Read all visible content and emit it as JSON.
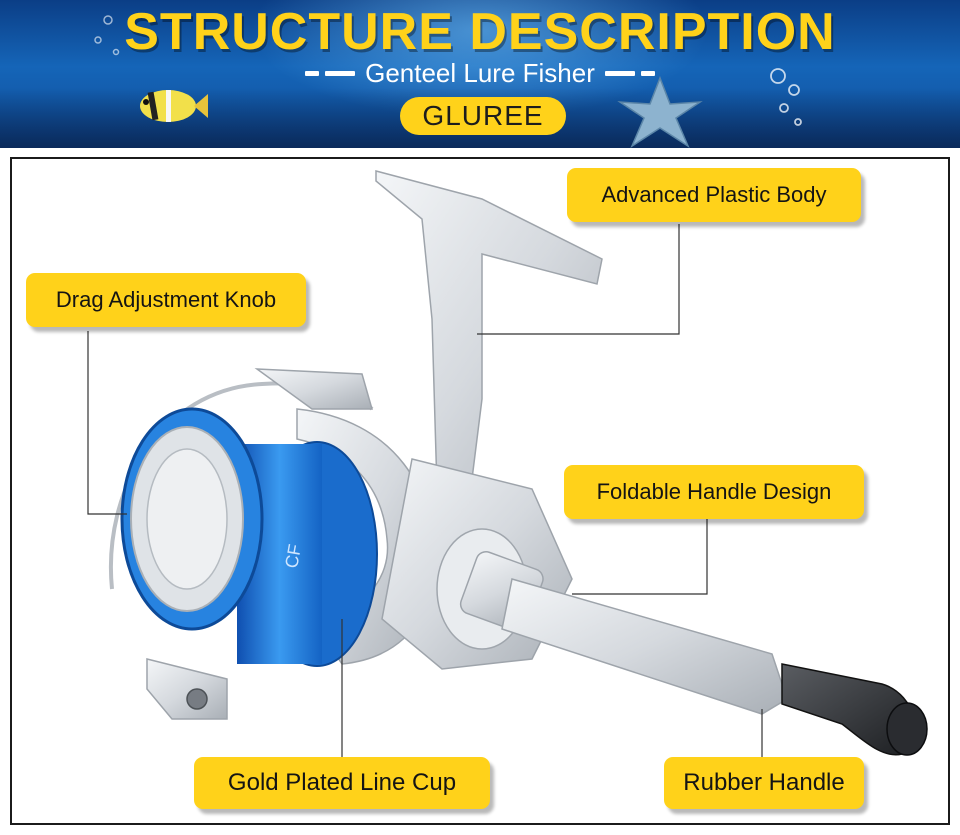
{
  "banner": {
    "title": "STRUCTURE DESCRIPTION",
    "subtitle": "Genteel Lure Fisher",
    "brand": "GLUREE"
  },
  "labels": {
    "plastic_body": "Advanced Plastic Body",
    "drag_knob": "Drag Adjustment Knob",
    "foldable_handle": "Foldable Handle Design",
    "line_cup": "Gold Plated Line Cup",
    "rubber_handle": "Rubber Handle"
  },
  "reel_marking": "CF",
  "colors": {
    "accent_yellow": "#ffd21a",
    "banner_blue": "#1565b8",
    "spool_blue": "#1e78d8",
    "body_silver": "#d9dde2"
  }
}
